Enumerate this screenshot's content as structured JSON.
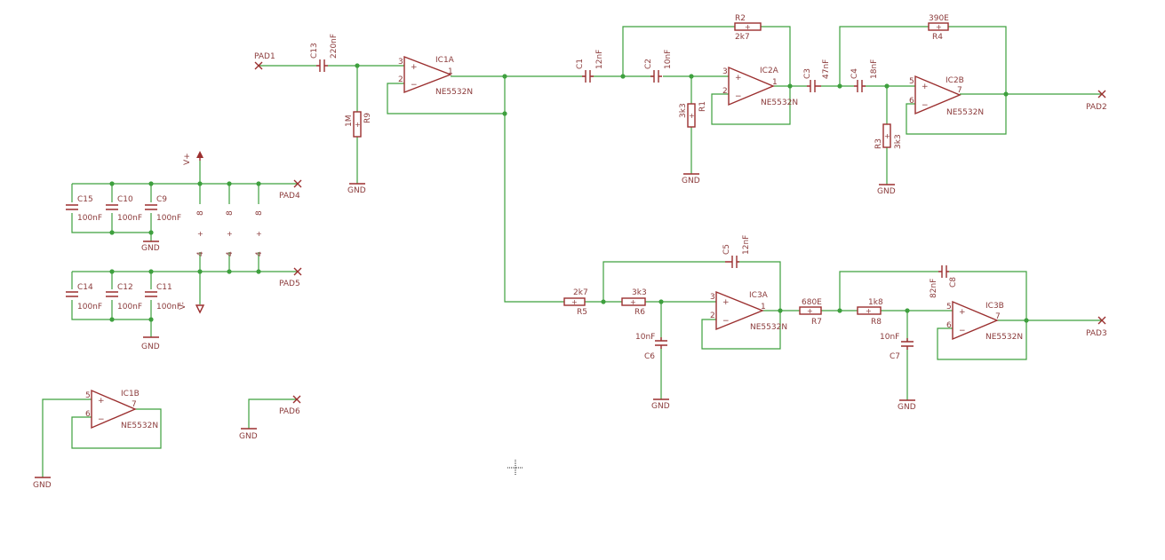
{
  "colors": {
    "wire": "#3ea03e",
    "symbol": "#9b2f2f",
    "text": "#8b3b3b",
    "background": "#ffffff"
  },
  "pads": {
    "pad1": "PAD1",
    "pad2": "PAD2",
    "pad3": "PAD3",
    "pad4": "PAD4",
    "pad5": "PAD5",
    "pad6": "PAD6"
  },
  "opamps": {
    "ic1a": {
      "name": "IC1A",
      "value": "NE5532N",
      "p1": "3",
      "p2": "2",
      "p3": "1"
    },
    "ic2a": {
      "name": "IC2A",
      "value": "NE5532N",
      "p1": "3",
      "p2": "2",
      "p3": "1"
    },
    "ic2b": {
      "name": "IC2B",
      "value": "NE5532N",
      "p1": "5",
      "p2": "6",
      "p3": "7"
    },
    "ic3a": {
      "name": "IC3A",
      "value": "NE5532N",
      "p1": "3",
      "p2": "2",
      "p3": "1"
    },
    "ic3b": {
      "name": "IC3B",
      "value": "NE5532N",
      "p1": "5",
      "p2": "6",
      "p3": "7"
    },
    "ic1b": {
      "name": "IC1B",
      "value": "NE5532N",
      "p1": "5",
      "p2": "6",
      "p3": "7"
    }
  },
  "caps": {
    "c13": {
      "name": "C13",
      "value": "220nF"
    },
    "c1": {
      "name": "C1",
      "value": "12nF"
    },
    "c2": {
      "name": "C2",
      "value": "10nF"
    },
    "c3": {
      "name": "C3",
      "value": "47nF"
    },
    "c4": {
      "name": "C4",
      "value": "18nF"
    },
    "c5": {
      "name": "C5",
      "value": "12nF"
    },
    "c6": {
      "name": "C6",
      "value": "10nF"
    },
    "c7": {
      "name": "C7",
      "value": "10nF"
    },
    "c8": {
      "name": "C8",
      "value": "82nF"
    },
    "c9": {
      "name": "C9",
      "value": "100nF"
    },
    "c10": {
      "name": "C10",
      "value": "100nF"
    },
    "c11": {
      "name": "C11",
      "value": "100nF"
    },
    "c12": {
      "name": "C12",
      "value": "100nF"
    },
    "c14": {
      "name": "C14",
      "value": "100nF"
    },
    "c15": {
      "name": "C15",
      "value": "100nF"
    }
  },
  "resistors": {
    "r9": {
      "name": "R9",
      "value": "1M"
    },
    "r1": {
      "name": "R1",
      "value": "3k3"
    },
    "r2": {
      "name": "R2",
      "value": "2k7"
    },
    "r3": {
      "name": "R3",
      "value": "3k3"
    },
    "r4": {
      "name": "R4",
      "value": "390E"
    },
    "r5": {
      "name": "R5",
      "value": "2k7"
    },
    "r6": {
      "name": "R6",
      "value": "3k3"
    },
    "r7": {
      "name": "R7",
      "value": "680E"
    },
    "r8": {
      "name": "R8",
      "value": "1k8"
    }
  },
  "supply": {
    "vplus": "V+",
    "vminus": "V-",
    "gnd": "GND",
    "pin8": "8",
    "pin4": "4"
  }
}
